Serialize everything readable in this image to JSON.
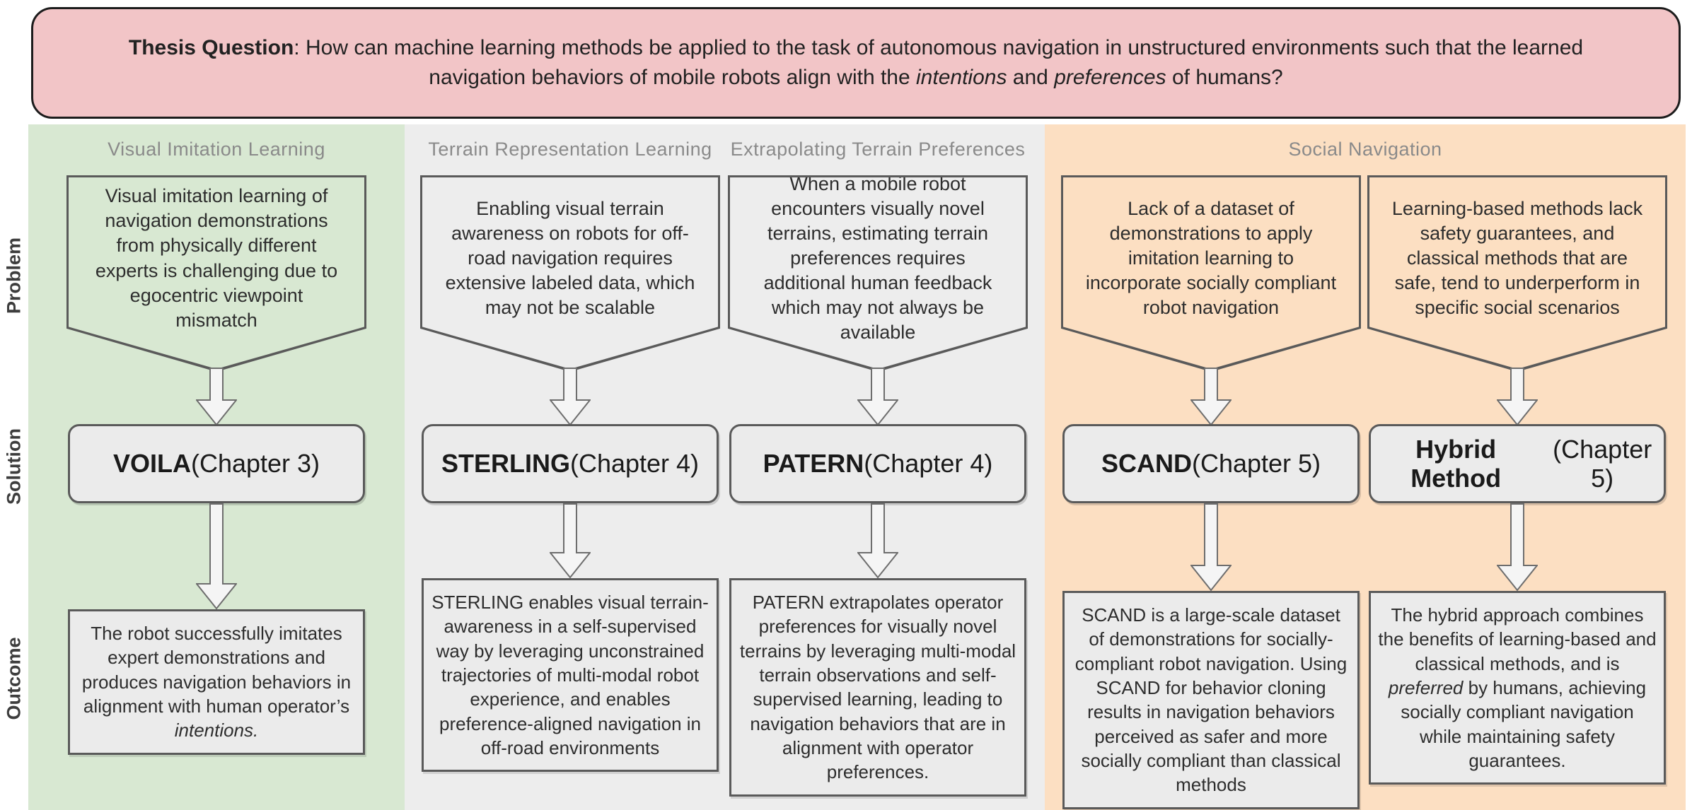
{
  "colors": {
    "pink": "#f2c5c7",
    "pink_border": "#1c1c1c",
    "green": "#d8e8d2",
    "gray": "#ededed",
    "orange": "#fcdfc2",
    "box_fill": "#ebebeb",
    "box_border": "#5a5a5a",
    "header_text": "#8a8a8a",
    "body_text": "#2d2d2d",
    "label_text": "#3d3d3d",
    "arrow_fill": "#f5f5f5",
    "arrow_stroke": "#6e6e6e"
  },
  "thesis": {
    "segments": [
      {
        "t": "Thesis Question",
        "b": true
      },
      {
        "t": ": How can machine learning methods be applied to the task of autonomous navigation in unstructured environments such that the learned navigation behaviors of mobile robots align with the "
      },
      {
        "t": "intentions",
        "i": true
      },
      {
        "t": " and "
      },
      {
        "t": "preferences",
        "i": true
      },
      {
        "t": " of humans?"
      }
    ]
  },
  "row_labels": {
    "problem": "Problem",
    "solution": "Solution",
    "outcome": "Outcome"
  },
  "section_headers": {
    "social": "Social Navigation"
  },
  "columns": [
    {
      "header": "Visual Imitation Learning",
      "problem": [
        {
          "t": "Visual imitation learning of navigation demonstrations from physically different experts is challenging due to egocentric viewpoint mismatch"
        }
      ],
      "solution": [
        {
          "t": "VOILA",
          "b": true
        },
        {
          "t": " (Chapter 3)"
        }
      ],
      "outcome": [
        {
          "t": "The robot successfully imitates expert demonstrations and produces navigation behaviors in alignment with human operator’s "
        },
        {
          "t": "intentions.",
          "i": true
        }
      ]
    },
    {
      "header": "Terrain Representation Learning",
      "problem": [
        {
          "t": "Enabling visual terrain awareness on robots for off-road navigation requires extensive labeled data, which may not be scalable"
        }
      ],
      "solution": [
        {
          "t": "STERLING",
          "b": true
        },
        {
          "t": " (Chapter 4)"
        }
      ],
      "outcome": [
        {
          "t": "STERLING enables visual terrain-awareness in a self-supervised way by leveraging unconstrained trajectories of multi-modal robot experience, and enables preference-aligned navigation in off-road environments"
        }
      ]
    },
    {
      "header": "Extrapolating Terrain Preferences",
      "problem": [
        {
          "t": "When a mobile robot encounters visually novel terrains, estimating terrain preferences requires additional human feedback which may not always be available"
        }
      ],
      "solution": [
        {
          "t": "PATERN",
          "b": true
        },
        {
          "t": " (Chapter 4)"
        }
      ],
      "outcome": [
        {
          "t": "PATERN extrapolates operator preferences for visually novel terrains by leveraging multi-modal terrain observations and self-supervised learning, leading to navigation behaviors that are in alignment with operator preferences."
        }
      ]
    },
    {
      "header": "",
      "problem": [
        {
          "t": "Lack of a dataset of demonstrations to apply imitation learning to incorporate socially compliant robot navigation"
        }
      ],
      "solution": [
        {
          "t": "SCAND",
          "b": true
        },
        {
          "t": " (Chapter 5)"
        }
      ],
      "outcome": [
        {
          "t": "SCAND is a large-scale dataset of demonstrations for socially-compliant robot navigation. Using SCAND for behavior cloning results in navigation behaviors perceived as safer and more socially compliant than classical methods"
        }
      ]
    },
    {
      "header": "",
      "problem": [
        {
          "t": "Learning-based methods lack safety guarantees, and classical methods that are safe, tend to underperform in specific social scenarios"
        }
      ],
      "solution": [
        {
          "t": "Hybrid Method",
          "b": true
        },
        {
          "t": "(Chapter 5)",
          "br": true
        }
      ],
      "outcome": [
        {
          "t": "The hybrid approach combines the benefits of learning-based and classical methods, and is "
        },
        {
          "t": "preferred",
          "i": true
        },
        {
          "t": " by humans, achieving socially compliant navigation while maintaining safety guarantees."
        }
      ]
    }
  ]
}
